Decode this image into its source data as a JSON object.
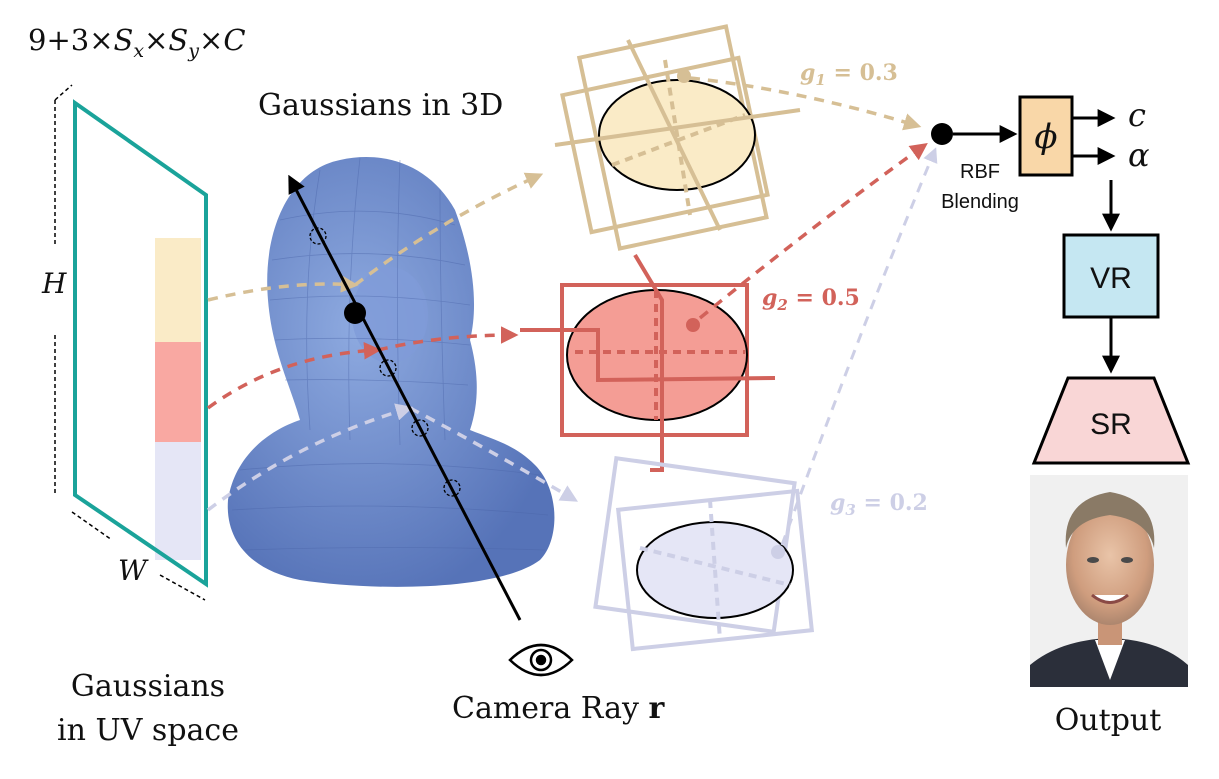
{
  "top_formula": {
    "base": "9+3×",
    "sx": "S",
    "sx_sub": "x",
    "times1": "×",
    "sy": "S",
    "sy_sub": "y",
    "times2": "×",
    "c": "C"
  },
  "uv_map": {
    "height_label": "H",
    "width_label": "W",
    "caption_line1": "Gaussians",
    "caption_line2": "in UV space"
  },
  "gaussians_3d_label": "Gaussians in 3D",
  "camera_ray": {
    "label": "Camera Ray ",
    "symbol": "r"
  },
  "weights": [
    {
      "prefix": "g",
      "sub": "1",
      "suffix": " = 0.3",
      "color": "#d6bf95"
    },
    {
      "prefix": "g",
      "sub": "2",
      "suffix": " = 0.5",
      "color": "#d2625a"
    },
    {
      "prefix": "g",
      "sub": "3",
      "suffix": " = 0.2",
      "color": "#cdcfe6"
    }
  ],
  "blending": {
    "line1": "RBF",
    "line2": "Blending"
  },
  "phi_box": {
    "label": "ϕ",
    "color": "#f9d7a8"
  },
  "outputs": {
    "color": "c",
    "alpha": "α"
  },
  "vr_box": {
    "label": "VR",
    "color": "#c5e7f2"
  },
  "sr_box": {
    "label": "SR",
    "color": "#f9d6d6"
  },
  "output_caption": "Output",
  "colors": {
    "teal": "#1aa39a",
    "yellow": "#d6bf95",
    "red": "#d2625a",
    "lavender": "#cdcfe6",
    "head": "#6f8fcf"
  }
}
